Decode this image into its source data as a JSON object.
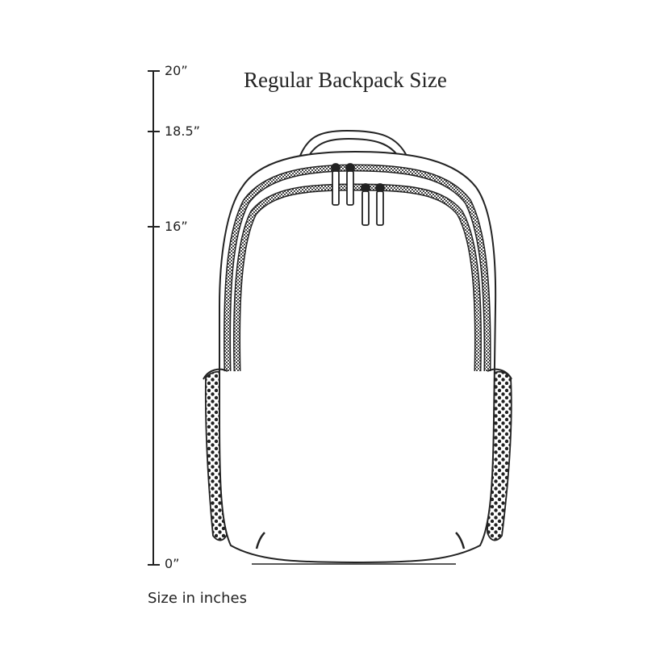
{
  "title": "Regular Backpack Size",
  "caption": "Size in inches",
  "scale": {
    "ticks": [
      {
        "label": "20”",
        "value": 20
      },
      {
        "label": "18.5”",
        "value": 18.5
      },
      {
        "label": "16”",
        "value": 16
      },
      {
        "label": "0”",
        "value": 0
      }
    ]
  },
  "colors": {
    "line": "#222222",
    "background": "#ffffff"
  }
}
